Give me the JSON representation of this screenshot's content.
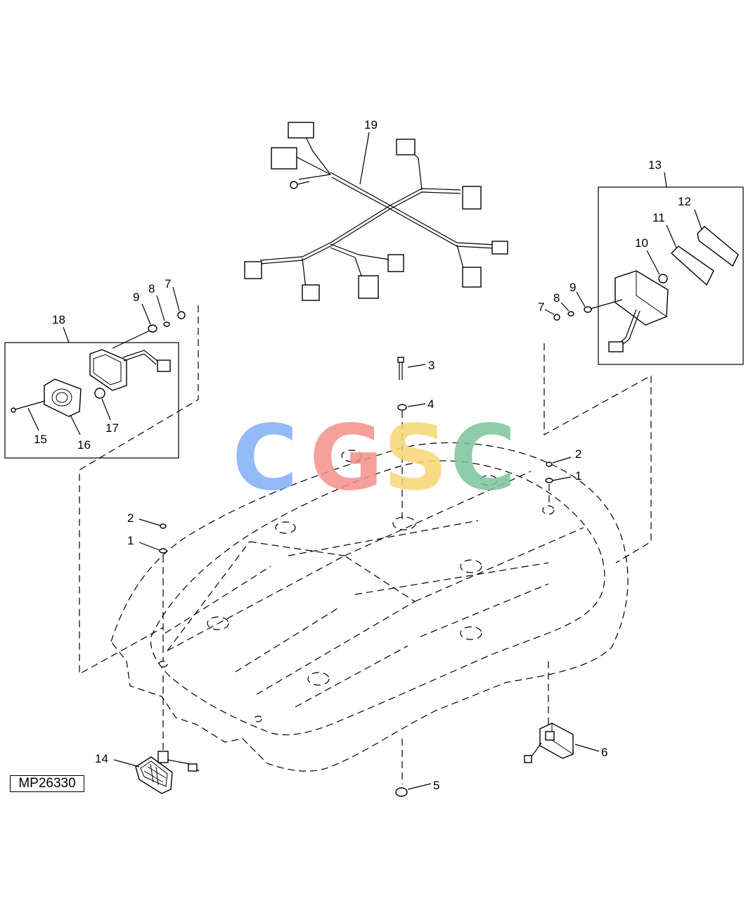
{
  "figure_id": "MP26330",
  "callouts": {
    "c1_left": "1",
    "c2_left": "2",
    "c1_right": "1",
    "c2_right": "2",
    "c3": "3",
    "c4": "4",
    "c5": "5",
    "c6": "6",
    "c7_left": "7",
    "c8_left": "8",
    "c9_left": "9",
    "c7_right": "7",
    "c8_right": "8",
    "c9_right": "9",
    "c10": "10",
    "c11": "11",
    "c12": "12",
    "c13": "13",
    "c14": "14",
    "c15": "15",
    "c16": "16",
    "c17": "17",
    "c18": "18",
    "c19": "19"
  },
  "watermark": {
    "text": "CGSC",
    "colors": [
      "#7fb0f6",
      "#f4908a",
      "#f7d774",
      "#7cc49b"
    ]
  }
}
